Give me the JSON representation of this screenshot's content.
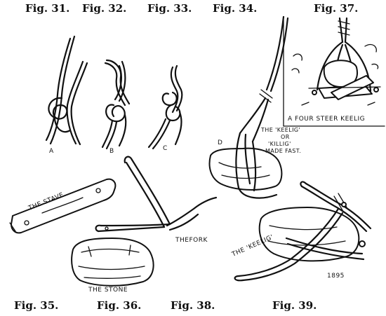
{
  "captions": {
    "fig31": "Fig. 31.",
    "fig32": "Fig. 32.",
    "fig33": "Fig. 33.",
    "fig34": "Fig. 34.",
    "fig37": "Fig. 37.",
    "fig35": "Fig. 35.",
    "fig36": "Fig. 36.",
    "fig38": "Fig. 38.",
    "fig39": "Fig. 39."
  },
  "labels": {
    "knot_a": "A",
    "knot_b": "B",
    "knot_c": "C",
    "point_d": "D",
    "four_steer": "A FOUR STEER KEELIG",
    "keelig_made_fast_1": "THE 'KEELIG'",
    "keelig_made_fast_2": "OR",
    "keelig_made_fast_3": "'KILLIG'",
    "keelig_made_fast_4": "MADE FAST.",
    "the_stave": "THE STAVE",
    "the_fork": "THEFORK",
    "the_stone": "THE STONE",
    "the_keelig": "THE 'KEELIG'",
    "date": "1895"
  }
}
